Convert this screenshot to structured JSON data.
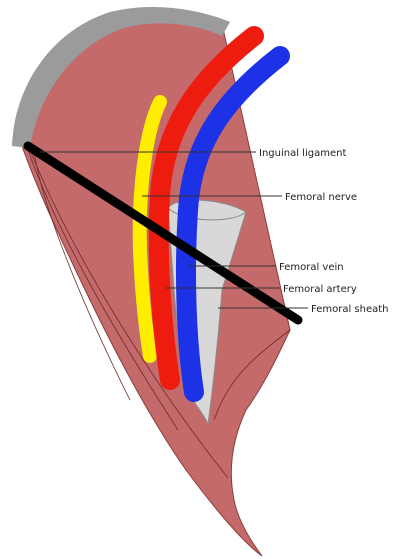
{
  "labels": {
    "inguinal_ligament": "Inguinal ligament",
    "femoral_nerve": "Femoral nerve",
    "femoral_vein": "Femoral vein",
    "femoral_artery": "Femoral artery",
    "femoral_sheath": "Femoral sheath"
  },
  "colors": {
    "muscle": "#c46a6a",
    "muscle_outline": "#8a3c3c",
    "bone": "#9b9b9b",
    "nerve": "#ffee00",
    "artery": "#ee1c0e",
    "vein": "#1d32e6",
    "sheath": "#d8d8d8",
    "ligament": "#000000"
  }
}
